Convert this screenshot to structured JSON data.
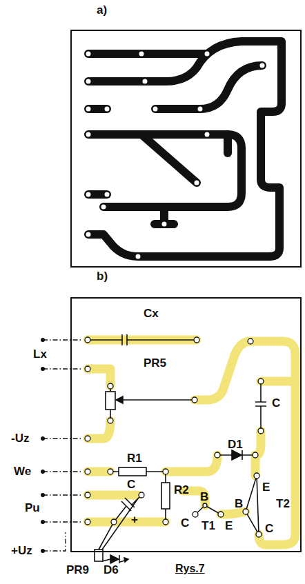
{
  "diagram": {
    "caption": "Rys.7",
    "labels": [
      "a)",
      "b)",
      "Cx",
      "Lx",
      "PR5",
      "C",
      "-Uz",
      "D1",
      "We",
      "R1",
      "B",
      "C",
      "B",
      "E",
      "R2",
      "T2",
      "C",
      "T1",
      "E",
      "Pu",
      "+",
      "C",
      "+Uz",
      "PR9",
      "D6"
    ]
  }
}
